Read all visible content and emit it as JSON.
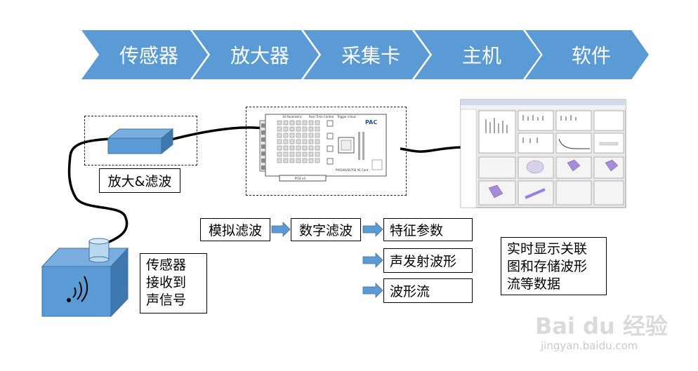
{
  "flow": {
    "steps": [
      "传感器",
      "放大器",
      "采集卡",
      "主机",
      "软件"
    ],
    "color": "#5b9bd5"
  },
  "labels": {
    "amplifier": "放大&滤波",
    "sensor_desc": "传感器\n接收到\n声信号",
    "analog_filter": "模拟滤波",
    "digital_filter": "数字滤波",
    "feature_params": "特征参数",
    "ae_waveform": "声发射波形",
    "waveform_stream": "波形流",
    "display_desc": "实时显示关联\n图和存储波形\n流等数据"
  },
  "card_text": {
    "title_left": "16 Parametric",
    "title_mid": "Real Time Control",
    "title_right": "Trigger in/out",
    "brand": "PAC",
    "model": "PXIDAQ/6070E AE Card",
    "bottom": "PCIE x4"
  },
  "watermark": {
    "logo_text": "Bai du 经验",
    "url": "jingyan.baidu.com"
  }
}
